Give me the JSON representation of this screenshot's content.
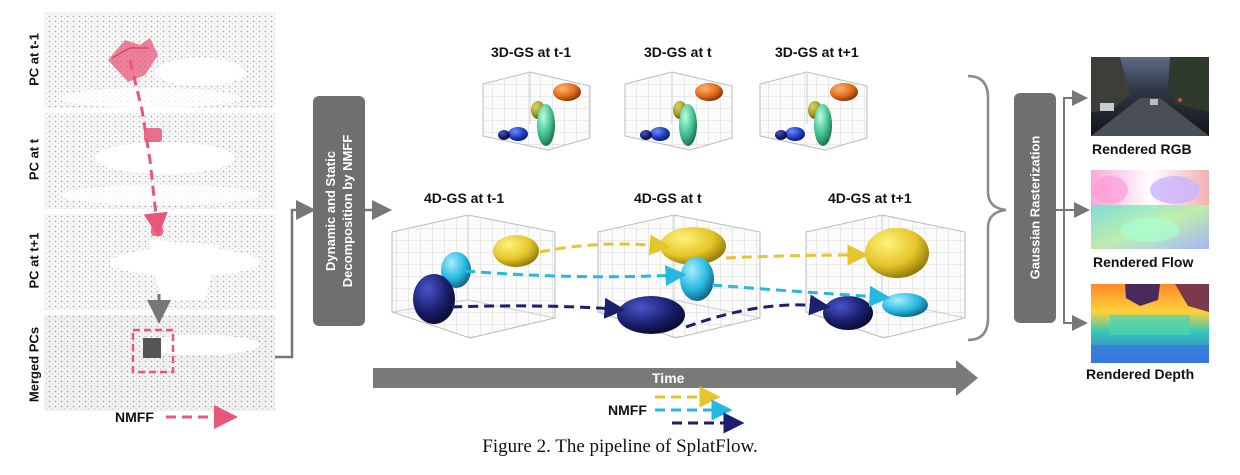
{
  "point_clouds": {
    "labels": [
      "PC at t-1",
      "PC at t",
      "PC at t+1",
      "Merged PCs"
    ],
    "nmff_label": "NMFF"
  },
  "decomposition": {
    "title_line1": "Dynamic and Static",
    "title_line2": "Decomposition by NMFF"
  },
  "gs3d": {
    "labels": [
      "3D-GS at t-1",
      "3D-GS at t",
      "3D-GS at t+1"
    ]
  },
  "gs4d": {
    "labels": [
      "4D-GS at t-1",
      "4D-GS at t",
      "4D-GS at t+1"
    ]
  },
  "time_label": "Time",
  "legend": {
    "label": "NMFF",
    "colors": [
      "#e5c62a",
      "#27b8e0",
      "#1a1f6e"
    ]
  },
  "rasterization": {
    "title": "Gaussian Rasterization"
  },
  "outputs": [
    "Rendered RGB",
    "Rendered Flow",
    "Rendered Depth"
  ],
  "caption": "Figure 2. The pipeline of SplatFlow.",
  "colors": {
    "nmff_pink": "#e8577a",
    "dark_box": "#6f6f6f",
    "yellow": "#e5c62a",
    "cyan": "#27b8e0",
    "navy": "#1a1f6e",
    "orange": "#e06a1c",
    "green": "#3fbf8f"
  }
}
